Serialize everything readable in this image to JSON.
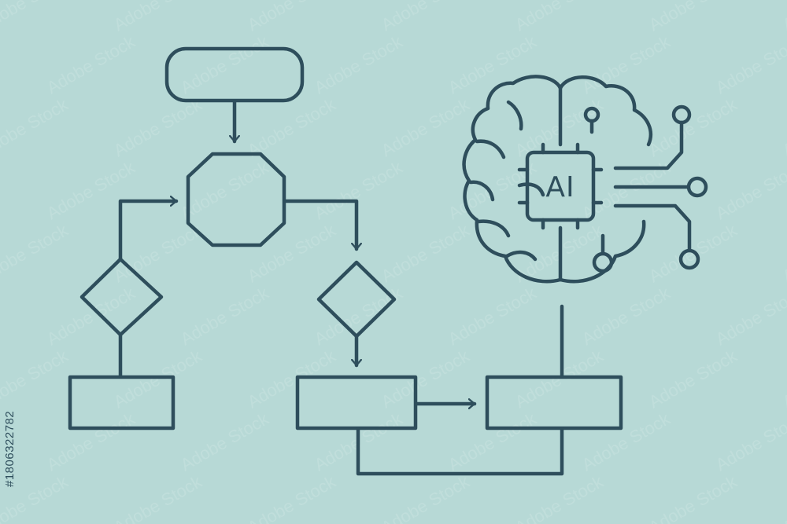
{
  "diagram": {
    "chip_label": "AI",
    "colors": {
      "background": "#b7d9d6",
      "stroke": "#2e4e5c"
    }
  },
  "watermark": {
    "text": "Adobe Stock",
    "asset_id": "#1806322782"
  }
}
